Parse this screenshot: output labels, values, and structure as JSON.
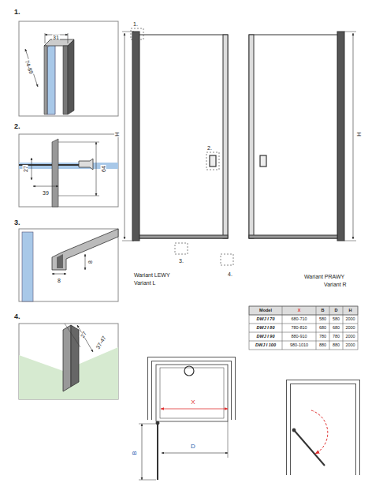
{
  "diagram": {
    "labels": [
      "1.",
      "31",
      "74-89",
      "2.",
      "27",
      "39",
      "64",
      "3.",
      "8",
      "8",
      "4.",
      "27",
      "37-47",
      "1.",
      "2.",
      "3.",
      "4.",
      "H",
      "H",
      "Wariant LEWY",
      "Variant L",
      "Wariant PRAWY",
      "Variant R",
      "Model",
      "X",
      "B",
      "D",
      "H",
      "DWJ I 70",
      "680-710",
      "580",
      "580",
      "2000",
      "DWJ I 80",
      "780-810",
      "680",
      "680",
      "2000",
      "DWJ I 90",
      "880-910",
      "780",
      "780",
      "2000",
      "DWJ I 100",
      "980-1010",
      "880",
      "880",
      "2000",
      "X",
      "B",
      "D"
    ]
  }
}
